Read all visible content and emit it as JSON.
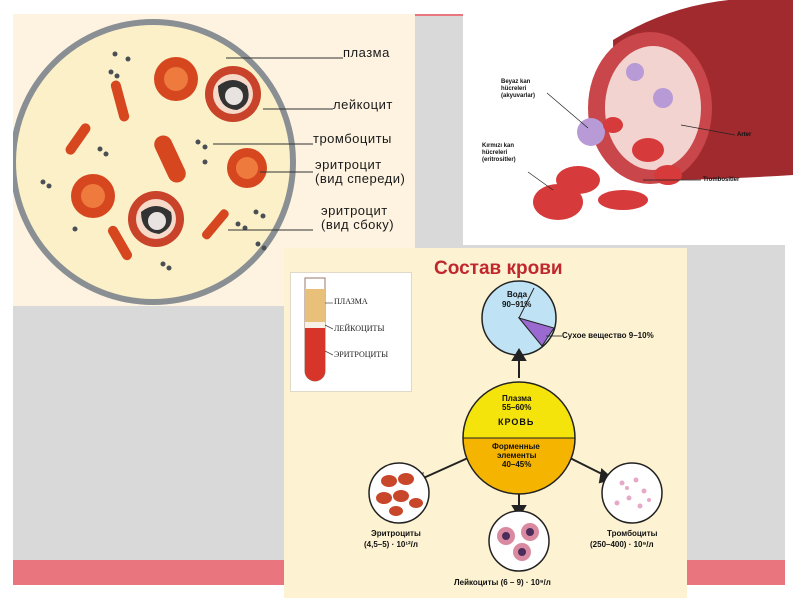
{
  "colors": {
    "accent": "#c0282d",
    "slide_band": "#e9767f",
    "slide_background": "#d9d9d9",
    "plasma_yellow": "#f5e30c",
    "formed_elements_orange": "#f4b400",
    "water_blue": "#bfe3f5",
    "erythrocyte_red": "#d6461f"
  },
  "smear": {
    "labels": {
      "plasma": "плазма",
      "leukocyte": "лейкоцит",
      "platelets": "тромбоциты",
      "erythrocyte_front_1": "эритроцит",
      "erythrocyte_front_2": "(вид спереди)",
      "erythrocyte_side_1": "эритроцит",
      "erythrocyte_side_2": "(вид сбоку)"
    }
  },
  "artery": {
    "labels": {
      "wbc_1": "Beyaz kan",
      "wbc_2": "hücreleri",
      "wbc_3": "(akyuvarlar)",
      "rbc_1": "Kırmızı kan",
      "rbc_2": "hücreleri",
      "rbc_3": "(eritrositler)",
      "artery": "Arter",
      "platelets": "Trombositler"
    }
  },
  "tube": {
    "labels": {
      "plasma": "ПЛАЗМА",
      "leukocytes": "ЛЕЙКОЦИТЫ",
      "erythrocytes": "ЭРИТРОЦИТЫ"
    }
  },
  "composition": {
    "title": "Состав крови",
    "water_1": "Вода",
    "water_2": "90–91%",
    "dry_matter": "Сухое вещество 9–10%",
    "plasma_1": "Плазма",
    "plasma_2": "55–60%",
    "blood": "КРОВЬ",
    "formed_1": "Форменные",
    "formed_2": "элементы",
    "formed_3": "40–45%",
    "erythrocytes_1": "Эритроциты",
    "erythrocytes_2": "(4,5–5) · 10¹²/л",
    "leukocytes": "Лейкоциты (6 – 9) · 10⁹/л",
    "platelets_1": "Тромбоциты",
    "platelets_2": "(250–400) · 10⁹/л"
  }
}
